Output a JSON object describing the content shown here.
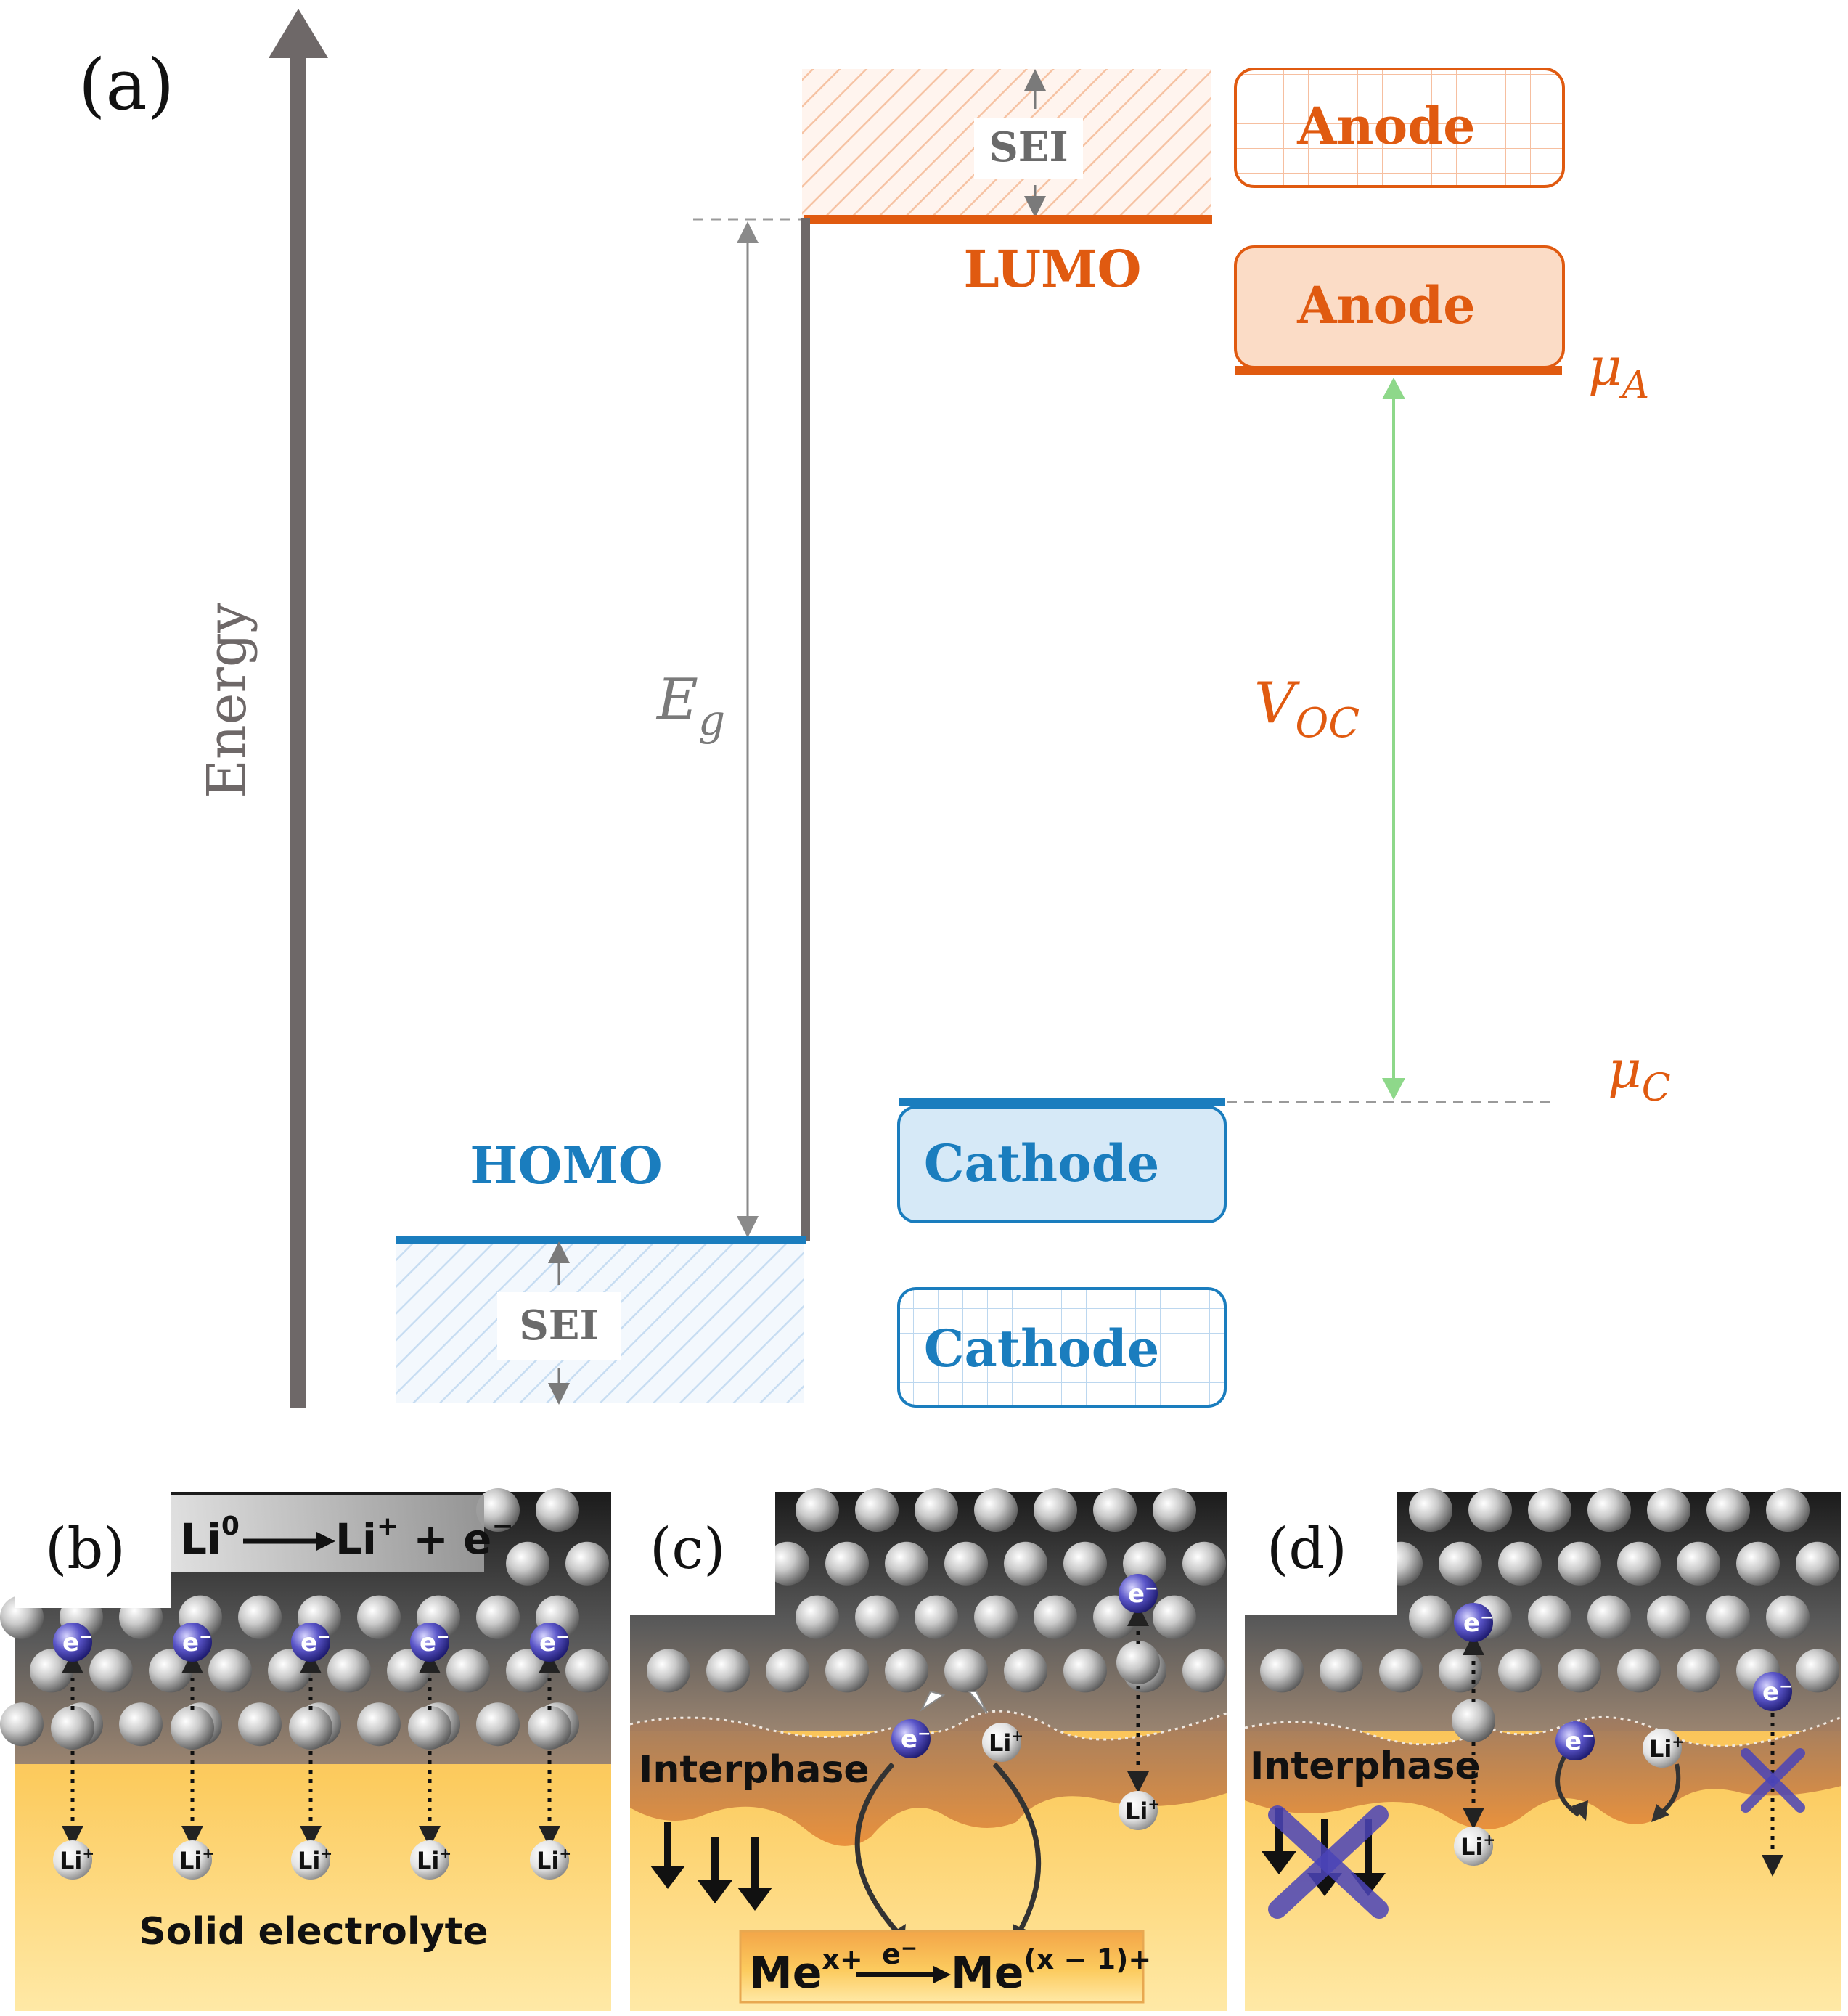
{
  "panel_a": {
    "label": "(a)",
    "axis_label": "Energy",
    "lumo_label": "LUMO",
    "homo_label": "HOMO",
    "eg_symbol": "E",
    "eg_subscript": "g",
    "sei_top_label": "SEI",
    "sei_bottom_label": "SEI",
    "anode_top_label": "Anode",
    "anode_label": "Anode",
    "cathode_label": "Cathode",
    "cathode_bottom_label": "Cathode",
    "mu_symbol": "μ",
    "mu_a_subscript": "A",
    "mu_c_subscript": "C",
    "voc_symbol": "V",
    "voc_subscript": "OC"
  },
  "panel_b": {
    "label": "(b)",
    "reaction_li0": "Li",
    "reaction_li0_sup": "0",
    "reaction_li": "Li",
    "reaction_li_sup": "+",
    "reaction_plus": " + e",
    "reaction_e_sup": "−",
    "electron_label": "e",
    "electron_sup": "−",
    "ion_label": "Li",
    "ion_sup": "+",
    "electrolyte_label": "Solid electrolyte"
  },
  "panel_c": {
    "label": "(c)",
    "interphase_label": "Interphase",
    "electron_label": "e",
    "electron_sup": "−",
    "ion_label": "Li",
    "ion_sup": "+",
    "me_label": "Me",
    "me_ox_sup": "x+",
    "me_red_sup": "(x − 1)+",
    "reaction_e": "e",
    "reaction_e_sup": "−"
  },
  "panel_d": {
    "label": "(d)",
    "interphase_label": "Interphase",
    "electron_label": "e",
    "electron_sup": "−",
    "ion_label": "Li",
    "ion_sup": "+"
  },
  "colors": {
    "orange": "#E05A10",
    "orange_light": "#FBDCC6",
    "blue": "#1A7DBE",
    "blue_light": "#D6E9F7",
    "green": "#8ED88A",
    "grey_axis": "#6E6868",
    "grey_text": "#5E5E5E"
  }
}
